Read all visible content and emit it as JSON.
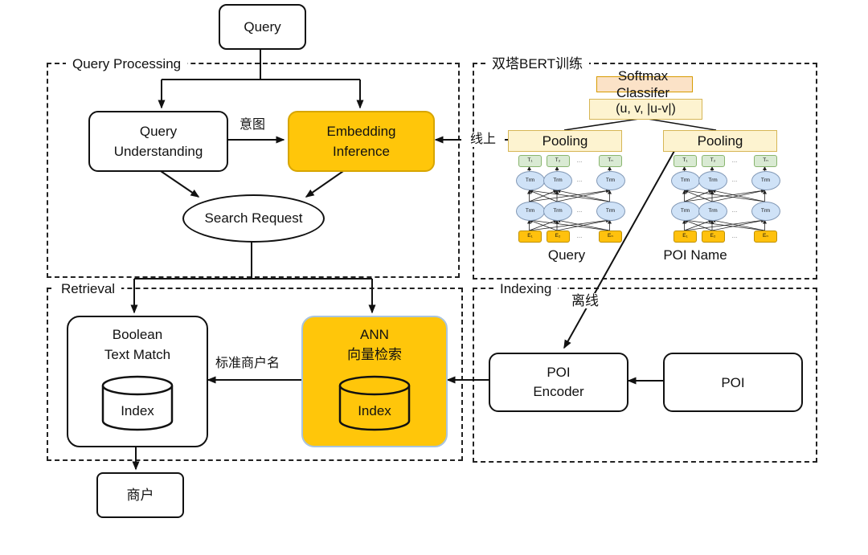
{
  "nodes": {
    "query": "Query",
    "query_understanding": [
      "Query",
      "Understanding"
    ],
    "embedding_inference": [
      "Embedding",
      "Inference"
    ],
    "search_request": "Search Request",
    "boolean_match": [
      "Boolean",
      "Text Match"
    ],
    "boolean_index": "Index",
    "ann": [
      "ANN",
      "向量检索"
    ],
    "ann_index": "Index",
    "merchant": "商户",
    "poi_encoder": [
      "POI",
      "Encoder"
    ],
    "poi": "POI"
  },
  "frames": {
    "query_processing": "Query Processing",
    "bert_training": "双塔BERT训练",
    "retrieval": "Retrieval",
    "indexing": "Indexing"
  },
  "bert": {
    "softmax_classifier": [
      "Softmax",
      "Classifer"
    ],
    "concat": "(u, v, |u-v|)",
    "pooling": "Pooling",
    "tower_labels": {
      "left": "Query",
      "right": "POI Name"
    },
    "tower": {
      "t": [
        "T₁",
        "T₂",
        "Tₙ"
      ],
      "trm": "Trm",
      "e": [
        "E₁",
        "E₂",
        "Eₙ"
      ],
      "dots": "..."
    }
  },
  "edge_labels": {
    "intent": "意图",
    "online": "线上",
    "offline": "离线",
    "standard_merchant_name": "标准商户名"
  },
  "colors": {
    "highlight_gold": "#ffc60a",
    "pale_yellow_fill": "#fdf3d0",
    "pale_yellow_border": "#d6b656",
    "peach_fill": "#fbe2c7",
    "peach_border": "#d79b00",
    "token_green_fill": "#d9ead3",
    "token_green_border": "#89b56f",
    "trm_blue_fill": "#cfe2f7",
    "trm_blue_border": "#8298b5",
    "embedding_amber_fill": "#ffc10d",
    "embedding_amber_border": "#bf9000",
    "ann_box_border": "#a9c4de"
  }
}
